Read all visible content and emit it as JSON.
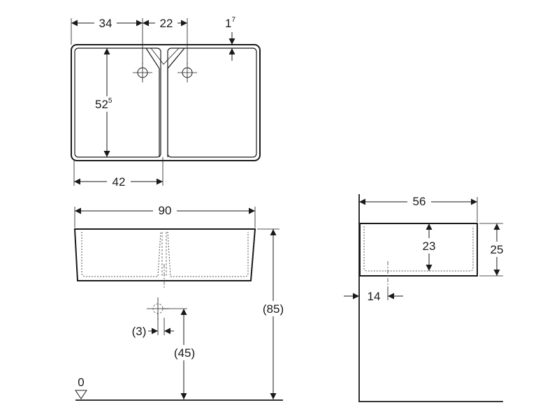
{
  "dimensions": {
    "top_left_offset": "34",
    "tap_spacing": "22",
    "rim_top_main": "1",
    "rim_top_sup": "7",
    "basin_depth_main": "52",
    "basin_depth_sup": "5",
    "left_basin_width": "42",
    "overall_width": "90",
    "overall_height": "(85)",
    "drain_offset": "(3)",
    "drain_height": "(45)",
    "floor_level": "0",
    "side_width": "56",
    "inner_depth": "23",
    "side_height": "25",
    "wall_gap": "14"
  }
}
